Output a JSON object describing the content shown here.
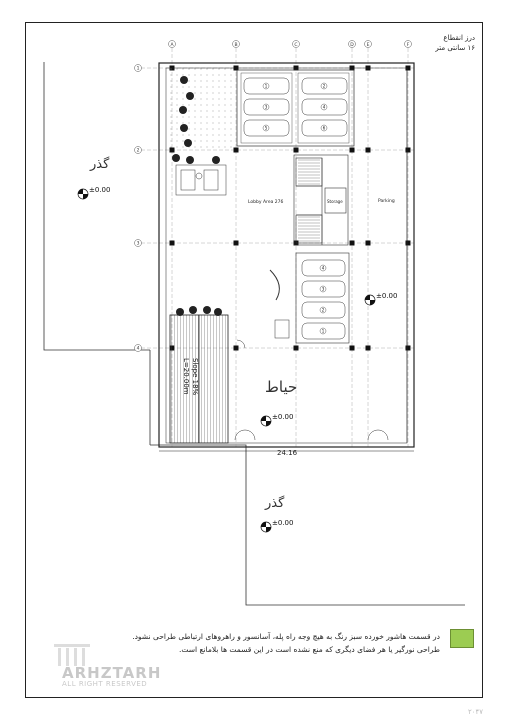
{
  "drawing": {
    "dim_title": "درز انقطاع",
    "dim_sub": "۱۶ سانتی متر",
    "grid_letters": [
      "A",
      "B",
      "C",
      "D",
      "E",
      "F"
    ],
    "grid_numbers": [
      "1",
      "2",
      "3",
      "4"
    ],
    "street_label": "گذر",
    "yard_label": "حیاط",
    "lobby_label": "Lobby Area 276",
    "storage_label": "Storage",
    "parking_label": "Parking",
    "ramp_line1": "Slope 18%",
    "ramp_line2": "L=20.00m",
    "level": "±0.00",
    "overall_dim": "24.16",
    "cars_top": [
      "1",
      "2",
      "3",
      "4",
      "5",
      "6"
    ],
    "cars_bottom": [
      "4",
      "3",
      "2",
      "1"
    ]
  },
  "note": {
    "line1": "در قسمت هاشور خورده سبز رنگ به هیچ وجه راه پله، آسانسور و راهروهای ارتباطی طراحی نشود.",
    "line2": "طراحی نورگیر یا هر فضای دیگری که منع نشده است در این قسمت ها بلامانع است.",
    "swatch_color": "#9ccc52"
  },
  "brand": {
    "name": "ARHZTARH",
    "tagline": "ALL RIGHT RESERVED"
  },
  "page": {
    "number": "۲۰۴۷"
  }
}
